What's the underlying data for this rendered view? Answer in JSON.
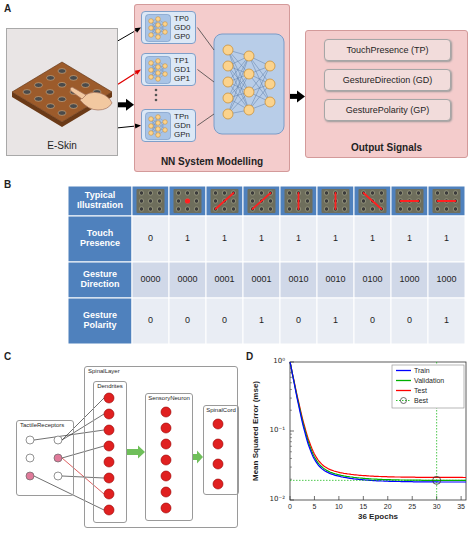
{
  "diagram": {
    "nodes": [
      {
        "text": [
          "E-Skin"
        ]
      },
      {
        "text": [
          "NN System Modelling"
        ]
      },
      {
        "text": [
          "TP0 GD0 GP0"
        ],
        "in": 1
      },
      {
        "text": [
          "TP1 GD1 GP1"
        ],
        "in": 1
      },
      {
        "text": [
          "TPn GDn GPn"
        ],
        "in": 1
      },
      {
        "text": [
          "Output Signals"
        ]
      },
      {
        "text": [
          "TouchPresence (TP)"
        ],
        "in": 5
      },
      {
        "text": [
          "GestureDirection (GD)"
        ],
        "in": 5
      },
      {
        "text": [
          "GesturePolarity (GP)"
        ],
        "in": 5
      },
      {
        "text": [
          "TactileReceptors"
        ]
      },
      {
        "text": [
          "SpinalLayer"
        ]
      },
      {
        "text": [
          "Dendrites"
        ],
        "in": 10
      },
      {
        "text": [
          "SensoryNeuron"
        ],
        "in": 10
      },
      {
        "text": [
          "SpinalCord"
        ],
        "in": 10
      }
    ],
    "edges": [
      {
        "from": 0,
        "to": 2,
        "arrow": "to"
      },
      {
        "from": 0,
        "to": 3,
        "arrow": "to"
      },
      {
        "from": 0,
        "to": 4,
        "arrow": "to"
      },
      {
        "from": 0,
        "to": 1,
        "arrow": "to"
      },
      {
        "from": 1,
        "to": 5,
        "arrow": "to"
      },
      {
        "from": 11,
        "to": 12,
        "arrow": "to"
      },
      {
        "from": 12,
        "to": 13,
        "arrow": "to"
      }
    ],
    "labels": [
      "A",
      "B",
      "Typical Illustration",
      "Touch Presence",
      "Gesture Direction",
      "Gesture Polarity",
      "0",
      "1",
      "1",
      "1",
      "1",
      "1",
      "1",
      "1",
      "1",
      "0000",
      "0000",
      "0001",
      "0001",
      "0010",
      "0010",
      "0100",
      "1000",
      "1000",
      "0",
      "0",
      "0",
      "1",
      "0",
      "1",
      "0",
      "0",
      "1",
      "C",
      "D",
      "10⁰",
      "10⁻¹",
      "10⁻²",
      "0",
      "5",
      "10",
      "15",
      "20",
      "25",
      "30",
      "35",
      "Mean Squared Error (mse)",
      "36 Epochs"
    ],
    "legend": [
      {
        "text": "Train"
      },
      {
        "text": "Validation"
      },
      {
        "text": "Test"
      },
      {
        "text": "Best"
      }
    ]
  }
}
